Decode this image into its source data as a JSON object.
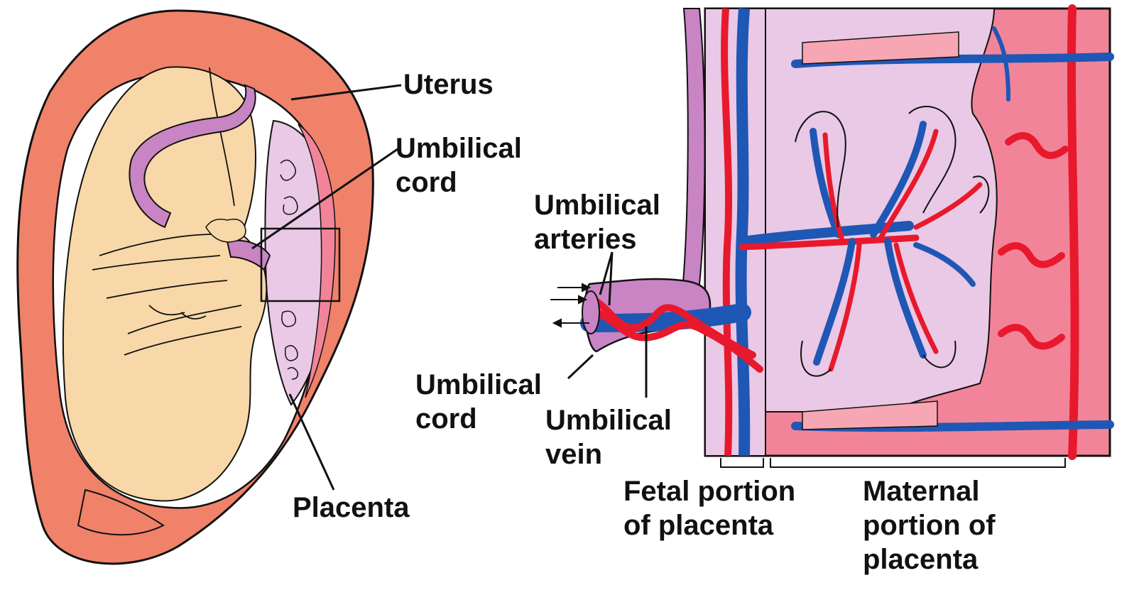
{
  "labels": {
    "uterus": "Uterus",
    "umbilical_cord_left": [
      "Umbilical",
      "cord"
    ],
    "placenta": "Placenta",
    "umbilical_arteries": [
      "Umbilical",
      "arteries"
    ],
    "umbilical_cord_right": [
      "Umbilical",
      "cord"
    ],
    "umbilical_vein": [
      "Umbilical",
      "vein"
    ],
    "fetal_portion": [
      "Fetal portion",
      "of placenta"
    ],
    "maternal_portion": [
      "Maternal",
      "portion of",
      "placenta"
    ]
  },
  "colors": {
    "uterus": "#f0826a",
    "fetus": "#f8d8a8",
    "cord": "#c984c4",
    "placenta_tissue": "#e9c9e6",
    "maternal_tissue": "#f2849a",
    "artery": "#e8192c",
    "vein": "#1f57b5",
    "outline": "#111111"
  }
}
